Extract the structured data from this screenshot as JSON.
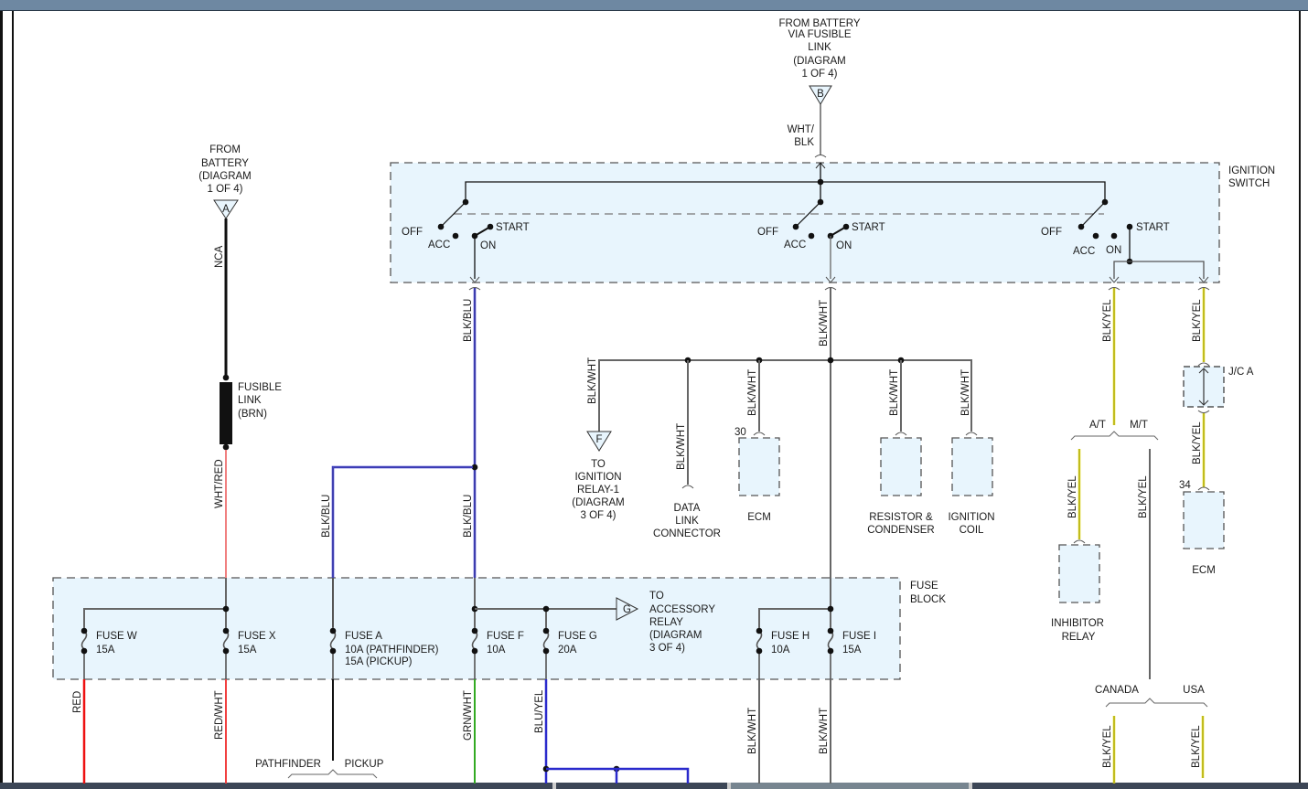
{
  "diagram": {
    "colors": {
      "box_fill": "#e8f5fd",
      "box_border": "#555555",
      "wire_black": "#111111",
      "wire_gray": "#666666",
      "wire_blue": "#2a2acc",
      "wire_red": "#ee1111",
      "wire_pink": "#f08080",
      "wire_green": "#33aa22",
      "wire_yellow": "#e8e000"
    },
    "sources": {
      "a": {
        "symbol": "A",
        "lines": [
          "FROM",
          "BATTERY",
          "(DIAGRAM",
          "1 OF 4)"
        ]
      },
      "b": {
        "symbol": "B",
        "lines": [
          "FROM BATTERY",
          "VIA FUSIBLE",
          "LINK",
          "(DIAGRAM",
          "1 OF 4)"
        ]
      }
    },
    "ignition_switch": {
      "title_lines": [
        "IGNITION",
        "SWITCH"
      ],
      "positions": {
        "off": "OFF",
        "acc": "ACC",
        "on": "ON",
        "start": "START"
      }
    },
    "fusible_link": {
      "lines": [
        "FUSIBLE",
        "LINK",
        "(BRN)"
      ]
    },
    "fuse_block": {
      "title_lines": [
        "FUSE",
        "BLOCK"
      ],
      "fuses": [
        {
          "name": "FUSE W",
          "rating": "15A"
        },
        {
          "name": "FUSE X",
          "rating": "15A"
        },
        {
          "name": "FUSE A",
          "rating": "10A (PATHFINDER)",
          "rating2": "15A (PICKUP)"
        },
        {
          "name": "FUSE F",
          "rating": "10A"
        },
        {
          "name": "FUSE G",
          "rating": "20A"
        },
        {
          "name": "FUSE H",
          "rating": "10A"
        },
        {
          "name": "FUSE I",
          "rating": "15A"
        }
      ],
      "accessory": {
        "symbol": "G",
        "lines": [
          "TO",
          "ACCESSORY",
          "RELAY",
          "(DIAGRAM",
          "3 OF 4)"
        ]
      }
    },
    "wires": {
      "nca": "NCA",
      "wht_red": "WHT/RED",
      "wht_blk_1": "WHT/",
      "wht_blk_2": "BLK",
      "blk_blu": "BLK/BLU",
      "blk_wht": "BLK/WHT",
      "blk_yel": "BLK/YEL",
      "red": "RED",
      "red_wht": "RED/WHT",
      "grn_wht": "GRN/WHT",
      "blu_yel": "BLU/YEL"
    },
    "components": {
      "ign_relay": {
        "symbol": "F",
        "lines": [
          "TO",
          "IGNITION",
          "RELAY-1",
          "(DIAGRAM",
          "3 OF 4)"
        ]
      },
      "dlc": {
        "lines": [
          "DATA",
          "LINK",
          "CONNECTOR"
        ]
      },
      "ecm1": {
        "label": "ECM",
        "pin": "30"
      },
      "resistor": {
        "lines": [
          "RESISTOR &",
          "CONDENSER"
        ]
      },
      "coil": {
        "lines": [
          "IGNITION",
          "COIL"
        ]
      },
      "inhibitor": {
        "lines": [
          "INHIBITOR",
          "RELAY"
        ]
      },
      "jc": {
        "label": "J/C A"
      },
      "ecm2": {
        "label": "ECM",
        "pin": "34"
      }
    },
    "branches": {
      "at": "A/T",
      "mt": "M/T",
      "canada": "CANADA",
      "usa": "USA",
      "pathfinder": "PATHFINDER",
      "pickup": "PICKUP"
    }
  }
}
